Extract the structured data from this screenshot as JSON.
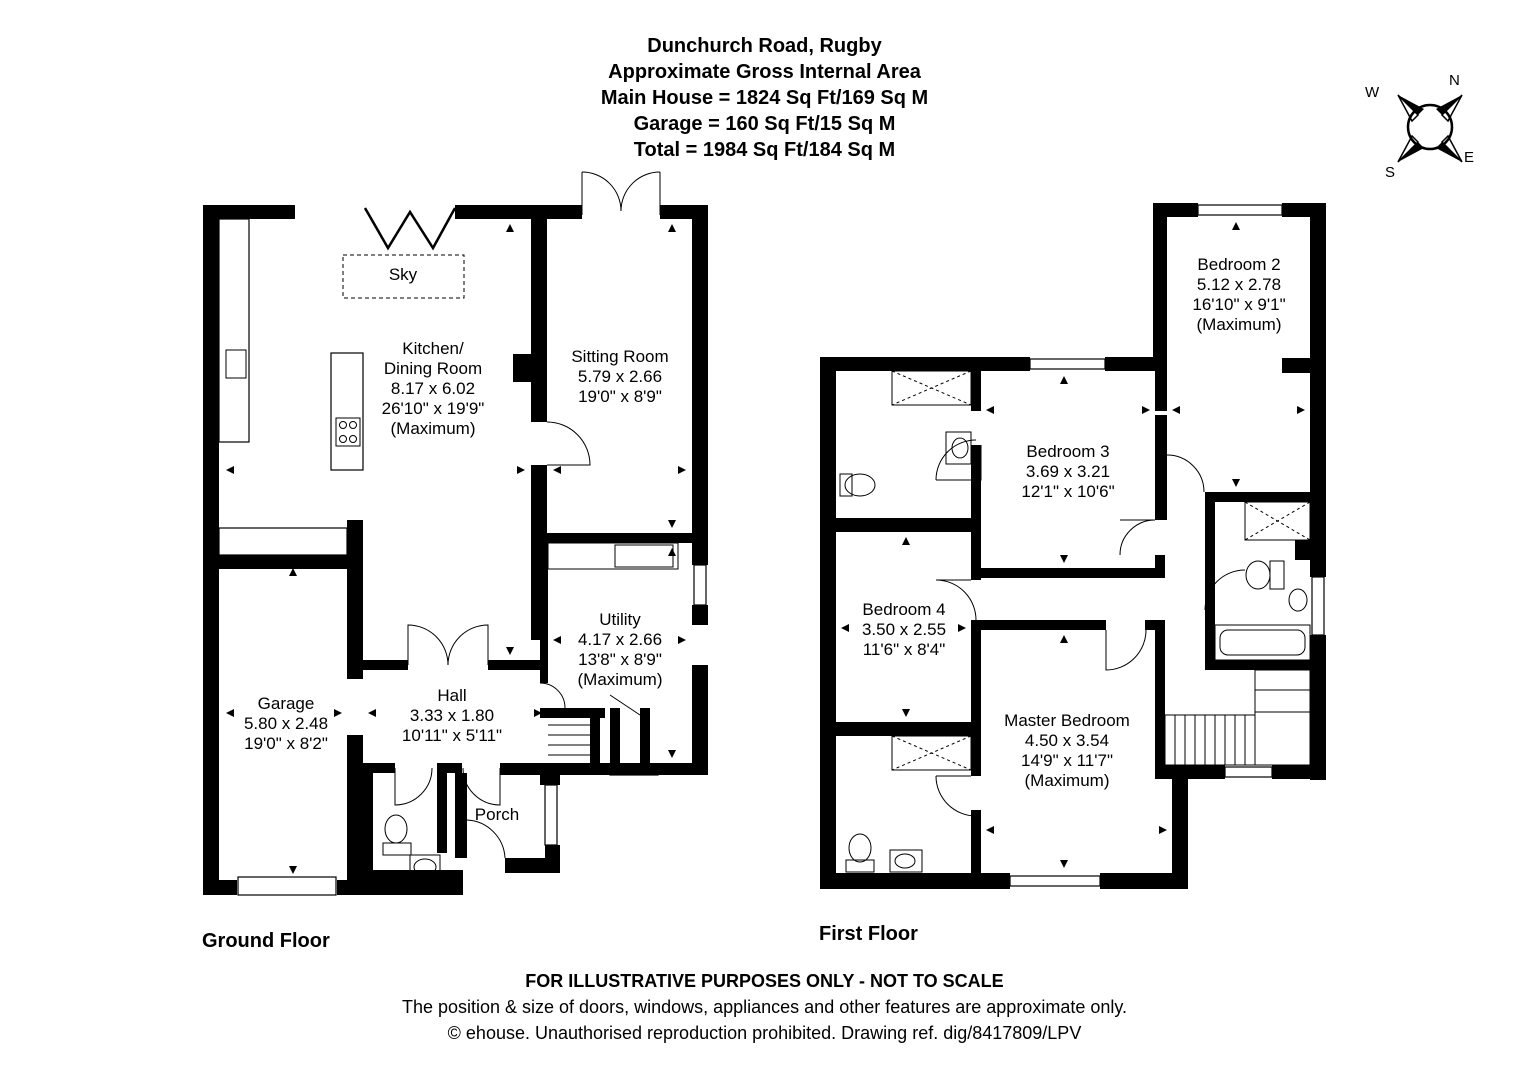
{
  "header": {
    "address": "Dunchurch Road, Rugby",
    "area_title": "Approximate Gross Internal Area",
    "main_house": "Main House = 1824 Sq Ft/169 Sq M",
    "garage": "Garage = 160 Sq Ft/15 Sq M",
    "total": "Total = 1984 Sq Ft/184 Sq M"
  },
  "compass": {
    "n": "N",
    "e": "E",
    "s": "S",
    "w": "W"
  },
  "ground_floor": {
    "label": "Ground Floor",
    "skylight": "Sky",
    "rooms": {
      "kitchen": {
        "name1": "Kitchen/",
        "name2": "Dining Room",
        "metric": "8.17 x 6.02",
        "imperial": "26'10\" x 19'9\"",
        "note": "(Maximum)"
      },
      "sitting": {
        "name": "Sitting Room",
        "metric": "5.79 x 2.66",
        "imperial": "19'0\" x 8'9\""
      },
      "utility": {
        "name": "Utility",
        "metric": "4.17 x 2.66",
        "imperial": "13'8\" x 8'9\"",
        "note": "(Maximum)"
      },
      "garage": {
        "name": "Garage",
        "metric": "5.80 x 2.48",
        "imperial": "19'0\" x 8'2\""
      },
      "hall": {
        "name": "Hall",
        "metric": "3.33 x 1.80",
        "imperial": "10'11\" x 5'11\""
      },
      "porch": {
        "name": "Porch"
      }
    }
  },
  "first_floor": {
    "label": "First Floor",
    "rooms": {
      "bedroom2": {
        "name": "Bedroom 2",
        "metric": "5.12 x 2.78",
        "imperial": "16'10\" x 9'1\"",
        "note": "(Maximum)"
      },
      "bedroom3": {
        "name": "Bedroom 3",
        "metric": "3.69 x 3.21",
        "imperial": "12'1\" x 10'6\""
      },
      "bedroom4": {
        "name": "Bedroom 4",
        "metric": "3.50 x 2.55",
        "imperial": "11'6\" x 8'4\""
      },
      "master": {
        "name": "Master Bedroom",
        "metric": "4.50 x 3.54",
        "imperial": "14'9\" x 11'7\"",
        "note": "(Maximum)"
      }
    }
  },
  "footer": {
    "disclaimer": "FOR ILLUSTRATIVE PURPOSES ONLY - NOT TO SCALE",
    "note": "The position & size of doors, windows, appliances and other features are approximate only.",
    "copyright": "© ehouse. Unauthorised reproduction prohibited. Drawing ref. dig/8417809/LPV"
  }
}
